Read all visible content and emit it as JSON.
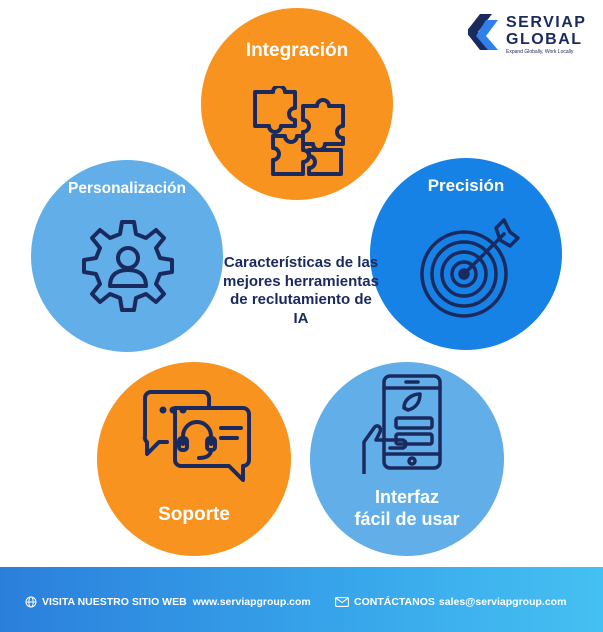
{
  "brand": {
    "name_line1": "SERVIAP",
    "name_line2": "GLOBAL",
    "tagline": "Expand Globally, Work Locally",
    "logo_color_dark": "#1a2a5e",
    "logo_color_light": "#2f80ed"
  },
  "center_title": "Características de las mejores herramientas de reclutamiento de IA",
  "features": {
    "integracion": {
      "label": "Integración",
      "icon": "puzzle-icon",
      "color": "#f7931e"
    },
    "personalizacion": {
      "label": "Personalización",
      "icon": "gear-user-icon",
      "color": "#62aee8"
    },
    "precision": {
      "label": "Precisión",
      "icon": "target-arrow-icon",
      "color": "#1682e6"
    },
    "soporte": {
      "label": "Soporte",
      "icon": "chat-headset-icon",
      "color": "#f7931e"
    },
    "interfaz": {
      "label_line1": "Interfaz",
      "label_line2": "fácil de usar",
      "icon": "phone-hand-icon",
      "color": "#62aee8"
    }
  },
  "footer": {
    "website_label": "VISITA NUESTRO SITIO WEB",
    "website_value": "www.serviapgroup.com",
    "contact_label": "CONTÁCTANOS",
    "contact_value": "sales@serviapgroup.com",
    "gradient_start": "#2b7fdc",
    "gradient_end": "#45c0f2"
  }
}
